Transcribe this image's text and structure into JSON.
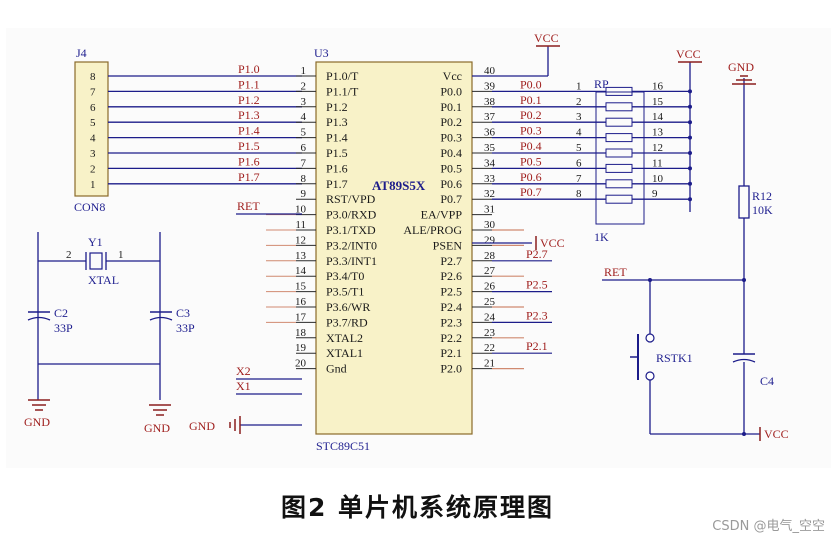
{
  "j4": {
    "ref": "J4",
    "name": "CON8",
    "pins": [
      "8",
      "7",
      "6",
      "5",
      "4",
      "3",
      "2",
      "1"
    ]
  },
  "u3": {
    "ref": "U3",
    "name": "AT89S5X",
    "part": "STC89C51",
    "left_pins": [
      {
        "num": "1",
        "name": "P1.0/T",
        "net": "P1.0"
      },
      {
        "num": "2",
        "name": "P1.1/T",
        "net": "P1.1"
      },
      {
        "num": "3",
        "name": "P1.2",
        "net": "P1.2"
      },
      {
        "num": "4",
        "name": "P1.3",
        "net": "P1.3"
      },
      {
        "num": "5",
        "name": "P1.4",
        "net": "P1.4"
      },
      {
        "num": "6",
        "name": "P1.5",
        "net": "P1.5"
      },
      {
        "num": "7",
        "name": "P1.6",
        "net": "P1.6"
      },
      {
        "num": "8",
        "name": "P1.7",
        "net": "P1.7"
      },
      {
        "num": "9",
        "name": "RST/VPD",
        "net": "RET"
      },
      {
        "num": "10",
        "name": "P3.0/RXD",
        "net": ""
      },
      {
        "num": "11",
        "name": "P3.1/TXD",
        "net": ""
      },
      {
        "num": "12",
        "name": "P3.2/INT0",
        "net": ""
      },
      {
        "num": "13",
        "name": "P3.3/INT1",
        "net": ""
      },
      {
        "num": "14",
        "name": "P3.4/T0",
        "net": ""
      },
      {
        "num": "15",
        "name": "P3.5/T1",
        "net": ""
      },
      {
        "num": "16",
        "name": "P3.6/WR",
        "net": ""
      },
      {
        "num": "17",
        "name": "P3.7/RD",
        "net": ""
      },
      {
        "num": "18",
        "name": "XTAL2",
        "net": "X2"
      },
      {
        "num": "19",
        "name": "XTAL1",
        "net": "X1"
      },
      {
        "num": "20",
        "name": "Gnd",
        "net": "GND"
      }
    ],
    "right_pins": [
      {
        "num": "40",
        "name": "Vcc",
        "net": ""
      },
      {
        "num": "39",
        "name": "P0.0",
        "net": "P0.0"
      },
      {
        "num": "38",
        "name": "P0.1",
        "net": "P0.1"
      },
      {
        "num": "37",
        "name": "P0.2",
        "net": "P0.2"
      },
      {
        "num": "36",
        "name": "P0.3",
        "net": "P0.3"
      },
      {
        "num": "35",
        "name": "P0.4",
        "net": "P0.4"
      },
      {
        "num": "34",
        "name": "P0.5",
        "net": "P0.5"
      },
      {
        "num": "33",
        "name": "P0.6",
        "net": "P0.6"
      },
      {
        "num": "32",
        "name": "P0.7",
        "net": "P0.7"
      },
      {
        "num": "31",
        "name": "EA/VPP",
        "net": "VCC"
      },
      {
        "num": "30",
        "name": "ALE/PROG",
        "net": ""
      },
      {
        "num": "29",
        "name": "PSEN",
        "net": ""
      },
      {
        "num": "28",
        "name": "P2.7",
        "net": "P2.7"
      },
      {
        "num": "27",
        "name": "P2.6",
        "net": ""
      },
      {
        "num": "26",
        "name": "P2.5",
        "net": "P2.5"
      },
      {
        "num": "25",
        "name": "P2.4",
        "net": ""
      },
      {
        "num": "24",
        "name": "P2.3",
        "net": "P2.3"
      },
      {
        "num": "23",
        "name": "P2.2",
        "net": ""
      },
      {
        "num": "22",
        "name": "P2.1",
        "net": "P2.1"
      },
      {
        "num": "21",
        "name": "P2.0",
        "net": ""
      }
    ]
  },
  "rp": {
    "ref": "RP",
    "value": "1K",
    "left_nums": [
      "1",
      "2",
      "3",
      "4",
      "5",
      "6",
      "7",
      "8"
    ],
    "right_nums": [
      "16",
      "15",
      "14",
      "13",
      "12",
      "11",
      "10",
      "9"
    ]
  },
  "crystal": {
    "ref": "Y1",
    "value": "XTAL",
    "pin_left": "2",
    "pin_right": "1"
  },
  "c2": {
    "ref": "C2",
    "value": "33P"
  },
  "c3": {
    "ref": "C3",
    "value": "33P"
  },
  "c4": {
    "ref": "C4"
  },
  "r12": {
    "ref": "R12",
    "value": "10K"
  },
  "rstk": {
    "ref": "RSTK1"
  },
  "power": {
    "vcc": "VCC",
    "gnd": "GND"
  },
  "net_ret": "RET",
  "caption": "图2  单片机系统原理图",
  "watermark": "CSDN @电气_空空"
}
